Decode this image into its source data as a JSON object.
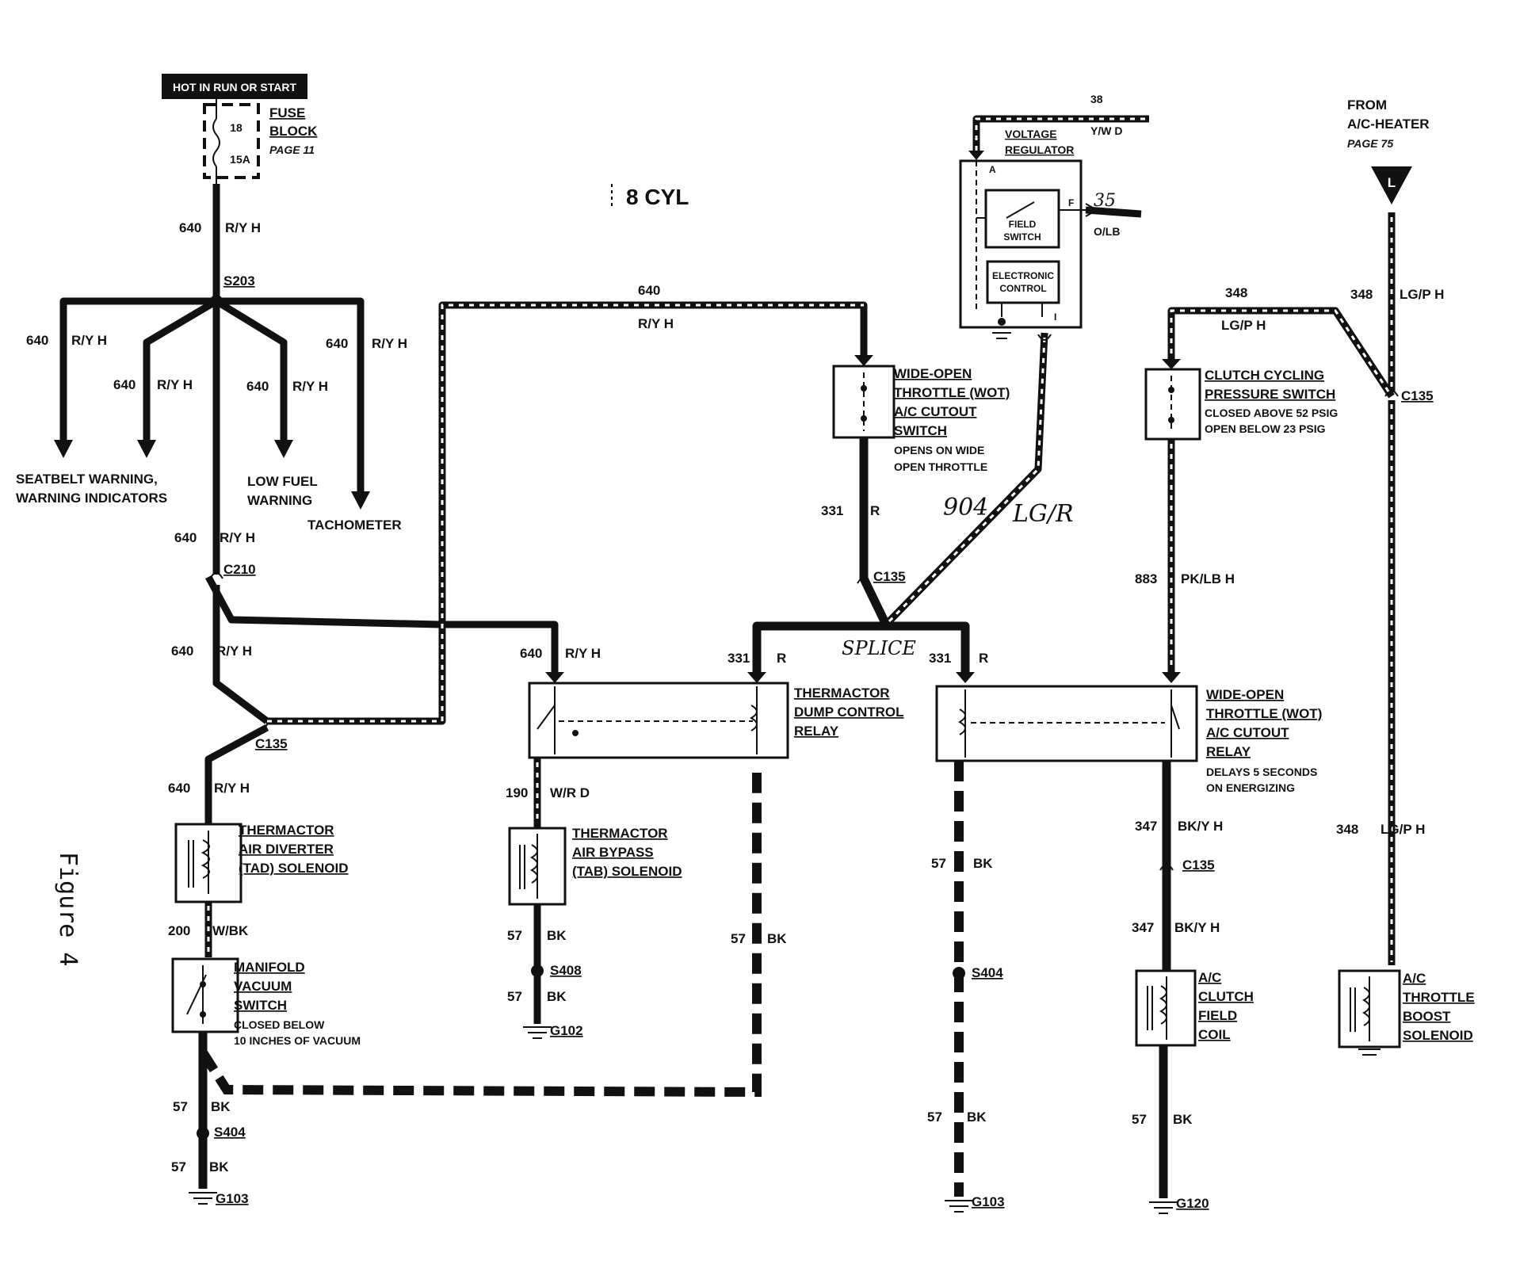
{
  "header": {
    "power_label": "HOT IN RUN OR START",
    "cyl_label": "8 CYL",
    "figure_label": "Figure 4"
  },
  "fuse": {
    "num": "18",
    "amp": "15A",
    "t1": "FUSE",
    "t2": "BLOCK",
    "t3": "PAGE 11"
  },
  "vreg": {
    "t1": "VOLTAGE",
    "t2": "REGULATOR",
    "wire_num": "38",
    "wire_color": "Y/W D",
    "field_sw1": "FIELD",
    "field_sw2": "SWITCH",
    "ecu1": "ELECTRONIC",
    "ecu2": "CONTROL",
    "pin_a": "A",
    "pin_f": "F",
    "pin_i": "I",
    "out_num": "35",
    "out_color": "O/LB"
  },
  "acheater": {
    "t1": "FROM",
    "t2": "A/C-HEATER",
    "t3": "PAGE 75",
    "conn": "L"
  },
  "splices": {
    "s203": "S203",
    "s408": "S408",
    "s404a": "S404",
    "s404b": "S404"
  },
  "connectors": {
    "c210": "C210",
    "c135a": "C135",
    "c135b": "C135",
    "c135c": "C135",
    "c135d": "C135"
  },
  "grounds": {
    "g102": "G102",
    "g103a": "G103",
    "g103b": "G103",
    "g120": "G120"
  },
  "branches": {
    "seat1": "SEATBELT WARNING,",
    "seat2": "WARNING INDICATORS",
    "fuel1": "LOW FUEL",
    "fuel2": "WARNING",
    "tach": "TACHOMETER"
  },
  "wires": {
    "n640": "640",
    "ryh": "R/Y H",
    "n331": "331",
    "r": "R",
    "n904": "904",
    "lgr": "LG/R",
    "splice": "SPLICE",
    "n348": "348",
    "lgph": "LG/P H",
    "n883": "883",
    "pklbh": "PK/LB H",
    "n190": "190",
    "wrd": "W/R D",
    "n200": "200",
    "wbk": "W/BK",
    "n57": "57",
    "bk": "BK",
    "n347": "347",
    "bkyh": "BK/Y H"
  },
  "components": {
    "wot_sw": [
      "WIDE-OPEN",
      "THROTTLE (WOT)",
      "A/C CUTOUT",
      "SWITCH"
    ],
    "wot_sw_note": [
      "OPENS ON WIDE",
      "OPEN THROTTLE"
    ],
    "ccps": [
      "CLUTCH CYCLING",
      "PRESSURE SWITCH"
    ],
    "ccps_note": [
      "CLOSED ABOVE 52 PSIG",
      "OPEN BELOW 23 PSIG"
    ],
    "tdcr": [
      "THERMACTOR",
      "DUMP CONTROL",
      "RELAY"
    ],
    "wot_relay": [
      "WIDE-OPEN",
      "THROTTLE (WOT)",
      "A/C CUTOUT",
      "RELAY"
    ],
    "wot_relay_note": [
      "DELAYS 5 SECONDS",
      "ON ENERGIZING"
    ],
    "tad": [
      "THERMACTOR",
      "AIR DIVERTER",
      "(TAD) SOLENOID"
    ],
    "tab": [
      "THERMACTOR",
      "AIR BYPASS",
      "(TAB) SOLENOID"
    ],
    "mvs": [
      "MANIFOLD",
      "VACUUM",
      "SWITCH"
    ],
    "mvs_note": [
      "CLOSED BELOW",
      "10 INCHES OF VACUUM"
    ],
    "acc": [
      "A/C",
      "CLUTCH",
      "FIELD",
      "COIL"
    ],
    "atb": [
      "A/C",
      "THROTTLE",
      "BOOST",
      "SOLENOID"
    ]
  }
}
